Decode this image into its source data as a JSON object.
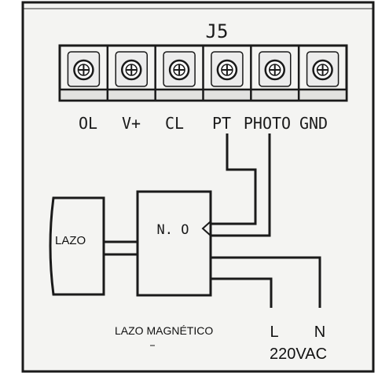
{
  "header": {
    "label": "J5"
  },
  "terminals": [
    {
      "label": "OL"
    },
    {
      "label": "V+"
    },
    {
      "label": "CL"
    },
    {
      "label": "PT"
    },
    {
      "label": "PHOTO"
    },
    {
      "label": "GND"
    }
  ],
  "relay": {
    "label": "N. O"
  },
  "loop": {
    "label": "LAZO"
  },
  "caption": {
    "label": "LAZO MAGNÉTICO"
  },
  "power": {
    "live_label": "L",
    "neutral_label": "N",
    "voltage_label": "220VAC"
  },
  "colors": {
    "paper": "#f4f4f2",
    "ink": "#1a1a1a",
    "bezel": "#ececec"
  }
}
